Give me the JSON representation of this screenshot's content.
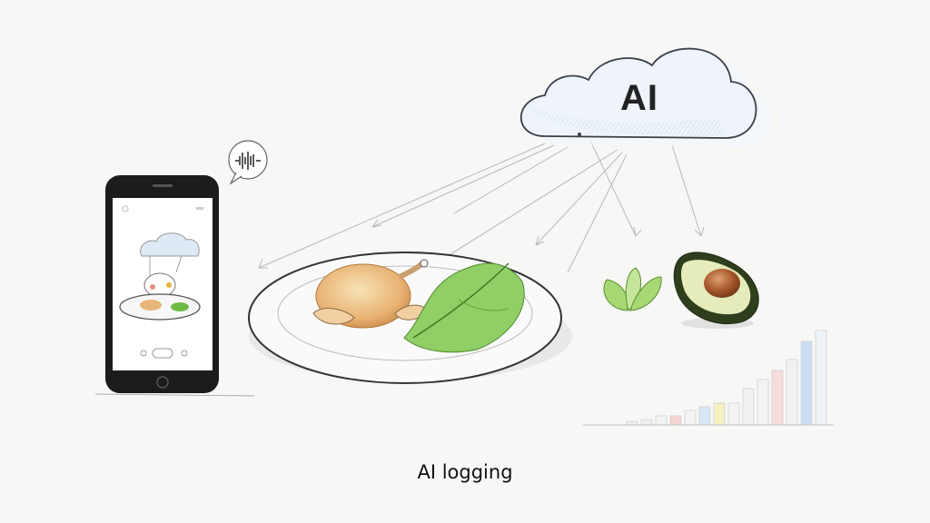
{
  "cloud": {
    "label": "AI",
    "fill": "#dbe8f5",
    "stroke": "#3a3f48"
  },
  "caption": "AI logging",
  "phone": {
    "body_color": "#1c1c1c",
    "screen_color": "#ffffff",
    "speech_bubble_icon": "audio-waveform-icon",
    "screen_content": [
      "mini-cloud",
      "robot-head",
      "plate-with-chicken-and-greens"
    ]
  },
  "plate": {
    "items": [
      "roast-chicken",
      "lettuce-leaf"
    ],
    "chicken_color": "#e9b97a",
    "lettuce_color": "#7cc05a"
  },
  "side_items": [
    {
      "name": "basil-leaves",
      "color": "#9fd36a"
    },
    {
      "name": "avocado-half",
      "skin": "#2f3f1e",
      "flesh": "#e3eab8",
      "pit": "#a0522d"
    }
  ],
  "mini_chart": {
    "bars": [
      {
        "h": 4,
        "color": "#eeeeee"
      },
      {
        "h": 6,
        "color": "#eeeeee"
      },
      {
        "h": 10,
        "color": "#f3f3f3"
      },
      {
        "h": 10,
        "color": "#f6d3d3"
      },
      {
        "h": 16,
        "color": "#f3f3f3"
      },
      {
        "h": 20,
        "color": "#d6e6f5"
      },
      {
        "h": 24,
        "color": "#f3f1c0"
      },
      {
        "h": 24,
        "color": "#f3f3f3"
      },
      {
        "h": 40,
        "color": "#f1f1f1"
      },
      {
        "h": 50,
        "color": "#f3f3f3"
      },
      {
        "h": 60,
        "color": "#f7dcdc"
      },
      {
        "h": 72,
        "color": "#f1f1f1"
      },
      {
        "h": 92,
        "color": "#c8dcf2"
      },
      {
        "h": 104,
        "color": "#eef3f8"
      }
    ]
  }
}
